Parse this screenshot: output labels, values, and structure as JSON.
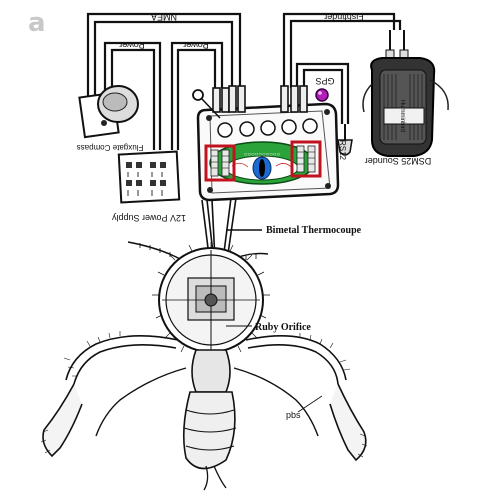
{
  "panel_letter": "a",
  "labels": {
    "nmea": "NMEA",
    "fishfinder": "Fishfinder",
    "power_left": "Power",
    "power_right": "Power",
    "gps": "GPS",
    "rs12": "RS12",
    "fluxgate": "Fluxgate Compass",
    "power_supply": "12V Power Supply",
    "sounder": "DSM25 Sounder",
    "sounder_brand": "Humminbird",
    "thermocouple": "Bimetal Thermocoupe",
    "ruby": "Ruby Orifice",
    "pbs": "pbs"
  }
}
